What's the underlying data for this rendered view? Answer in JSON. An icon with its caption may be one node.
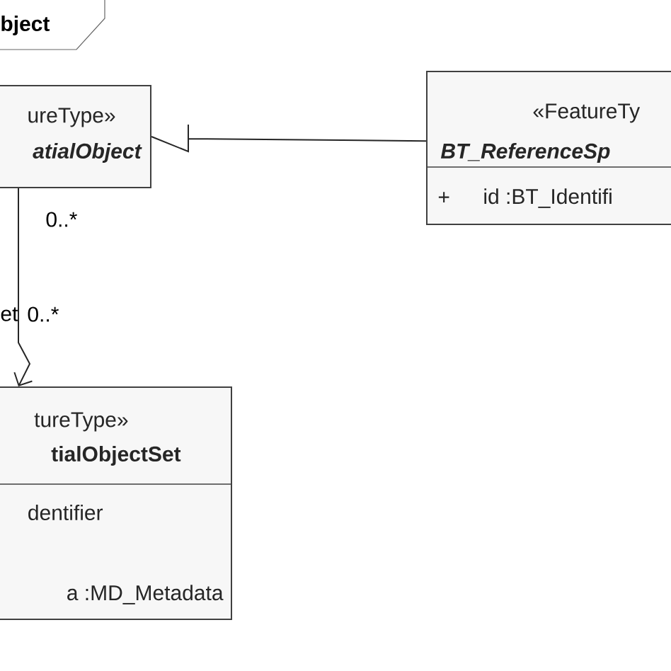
{
  "diagram": {
    "nodes": [
      {
        "text": [
          "ureType»",
          "atialObject"
        ]
      },
      {
        "text": [
          "tureType»",
          "tialObjectSet",
          "dentifier",
          "a :MD_Metadata"
        ]
      },
      {
        "text": [
          "«FeatureTy",
          "BT_ReferenceSp",
          "+",
          "id :BT_Identifi"
        ]
      }
    ],
    "edges": [
      {
        "from": 2,
        "to": 0,
        "arrow": "to"
      },
      {
        "from": 0,
        "to": 1,
        "arrow": "to"
      }
    ],
    "labels": [
      "bject",
      "0..*",
      "0..*",
      "et"
    ]
  }
}
